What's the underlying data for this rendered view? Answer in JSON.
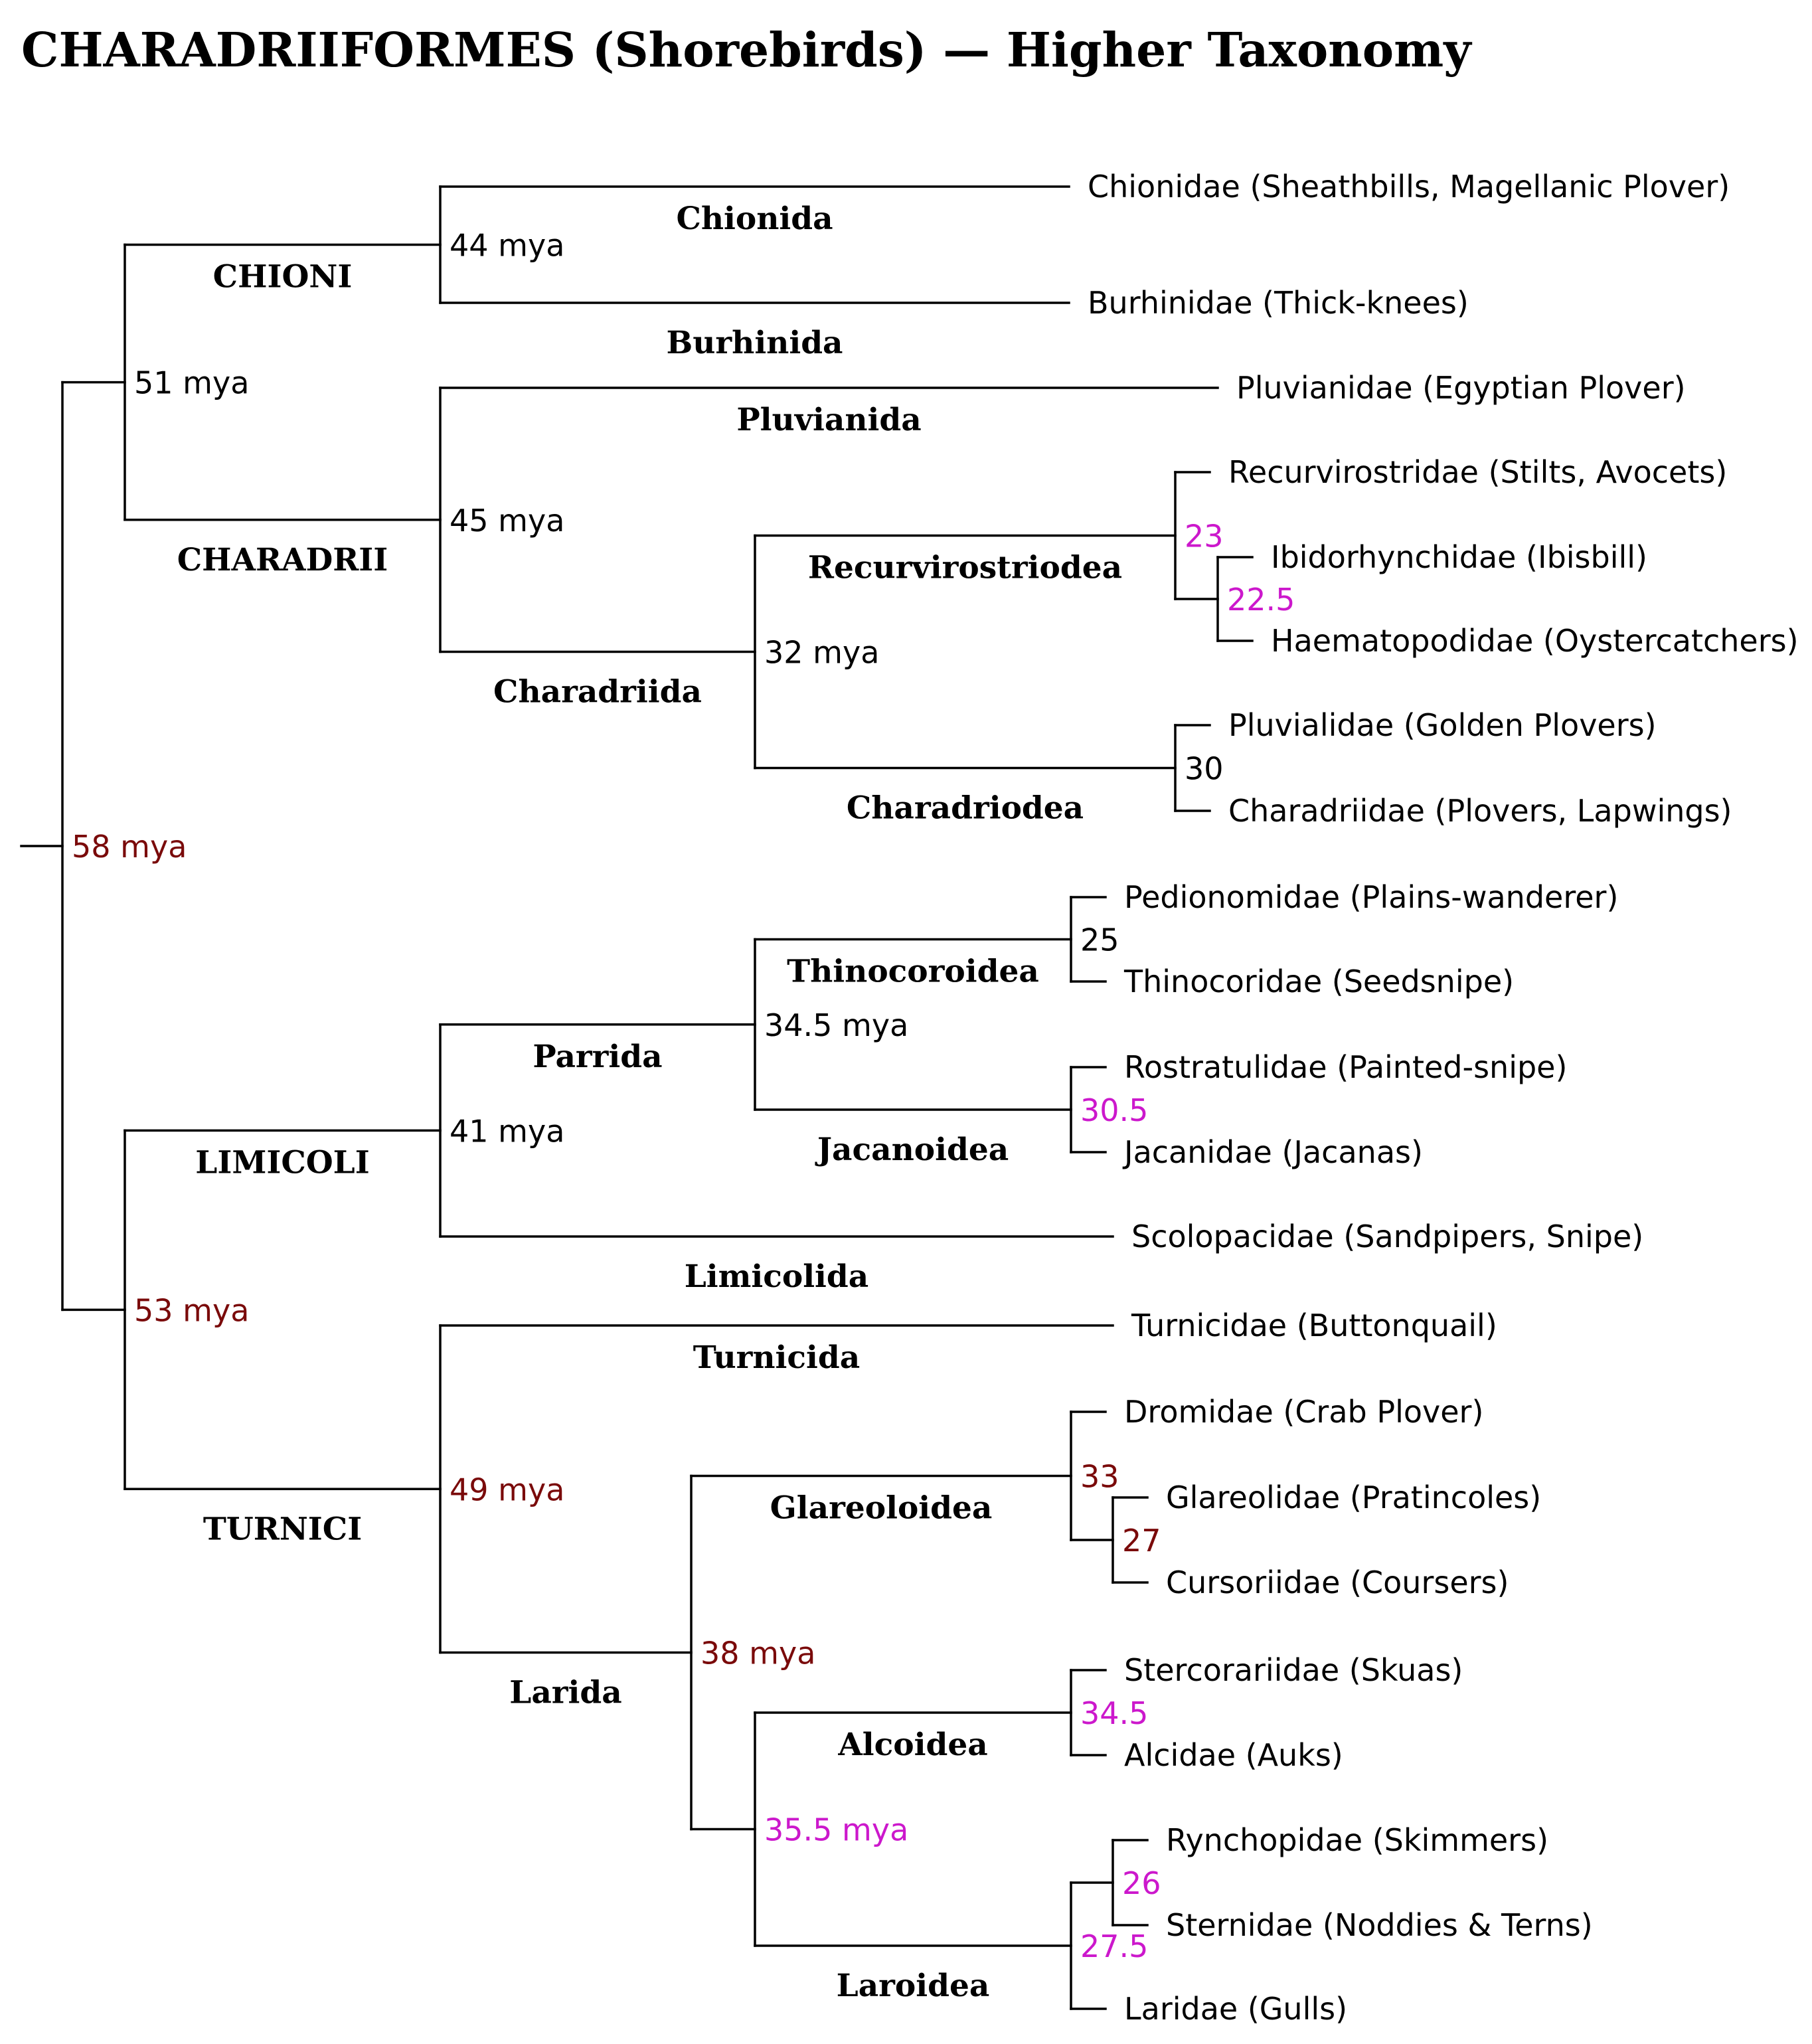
{
  "title": "CHARADRIIFORMES (Shorebirds) — Higher Taxonomy",
  "colors": {
    "ink": "#000000",
    "dark_red": "#7a0a0a",
    "magenta": "#cc18cc"
  },
  "tree": {
    "age": "58 mya",
    "age_color": "dark_red",
    "children": [
      {
        "age": "51 mya",
        "age_color": "ink",
        "children": [
          {
            "label": "CHIONI",
            "age": "44 mya",
            "age_color": "ink",
            "children": [
              {
                "label": "Chionida",
                "leaf": "Chionidae (Sheathbills, Magellanic Plover)"
              },
              {
                "label": "Burhinida",
                "leaf": "Burhinidae (Thick-knees)"
              }
            ]
          },
          {
            "label": "CHARADRII",
            "age": "45 mya",
            "age_color": "ink",
            "children": [
              {
                "label": "Pluvianida",
                "leaf": "Pluvianidae (Egyptian Plover)"
              },
              {
                "label": "Charadriida",
                "age": "32 mya",
                "age_color": "ink",
                "children": [
                  {
                    "label": "Recurvirostriodea",
                    "age": "23",
                    "age_color": "magenta",
                    "children": [
                      {
                        "leaf": "Recurvirostridae (Stilts, Avocets)"
                      },
                      {
                        "age": "22.5",
                        "age_color": "magenta",
                        "children": [
                          {
                            "leaf": "Ibidorhynchidae (Ibisbill)"
                          },
                          {
                            "leaf": "Haematopodidae (Oystercatchers)"
                          }
                        ]
                      }
                    ]
                  },
                  {
                    "label": "Charadriodea",
                    "age": "30",
                    "age_color": "ink",
                    "children": [
                      {
                        "leaf": "Pluvialidae (Golden Plovers)"
                      },
                      {
                        "leaf": "Charadriidae (Plovers, Lapwings)"
                      }
                    ]
                  }
                ]
              }
            ]
          }
        ]
      },
      {
        "age": "53 mya",
        "age_color": "dark_red",
        "children": [
          {
            "label": "LIMICOLI",
            "age": "41 mya",
            "age_color": "ink",
            "children": [
              {
                "label": "Parrida",
                "age": "34.5 mya",
                "age_color": "ink",
                "children": [
                  {
                    "label": "Thinocoroidea",
                    "age": "25",
                    "age_color": "ink",
                    "children": [
                      {
                        "leaf": "Pedionomidae (Plains-wanderer)"
                      },
                      {
                        "leaf": "Thinocoridae (Seedsnipe)"
                      }
                    ]
                  },
                  {
                    "label": "Jacanoidea",
                    "age": "30.5",
                    "age_color": "magenta",
                    "children": [
                      {
                        "leaf": "Rostratulidae (Painted-snipe)"
                      },
                      {
                        "leaf": "Jacanidae (Jacanas)"
                      }
                    ]
                  }
                ]
              },
              {
                "label": "Limicolida",
                "leaf": "Scolopacidae (Sandpipers, Snipe)"
              }
            ]
          },
          {
            "label": "TURNICI",
            "age": "49 mya",
            "age_color": "dark_red",
            "children": [
              {
                "label": "Turnicida",
                "leaf": "Turnicidae (Buttonquail)"
              },
              {
                "label": "Larida",
                "age": "38 mya",
                "age_color": "dark_red",
                "children": [
                  {
                    "label": "Glareoloidea",
                    "age": "33",
                    "age_color": "dark_red",
                    "children": [
                      {
                        "leaf": "Dromidae (Crab Plover)"
                      },
                      {
                        "age": "27",
                        "age_color": "dark_red",
                        "children": [
                          {
                            "leaf": "Glareolidae (Pratincoles)"
                          },
                          {
                            "leaf": "Cursoriidae (Coursers)"
                          }
                        ]
                      }
                    ]
                  },
                  {
                    "age": "35.5 mya",
                    "age_color": "magenta",
                    "children": [
                      {
                        "label": "Alcoidea",
                        "age": "34.5",
                        "age_color": "magenta",
                        "children": [
                          {
                            "leaf": "Stercorariidae (Skuas)"
                          },
                          {
                            "leaf": "Alcidae (Auks)"
                          }
                        ]
                      },
                      {
                        "label": "Laroidea",
                        "age": "27.5",
                        "age_color": "magenta",
                        "children": [
                          {
                            "age": "26",
                            "age_color": "magenta",
                            "children": [
                              {
                                "leaf": "Rynchopidae (Skimmers)"
                              },
                              {
                                "leaf": "Sternidae (Noddies & Terns)"
                              }
                            ]
                          },
                          {
                            "leaf": "Laridae (Gulls)"
                          }
                        ]
                      }
                    ]
                  }
                ]
              }
            ]
          }
        ]
      }
    ]
  }
}
